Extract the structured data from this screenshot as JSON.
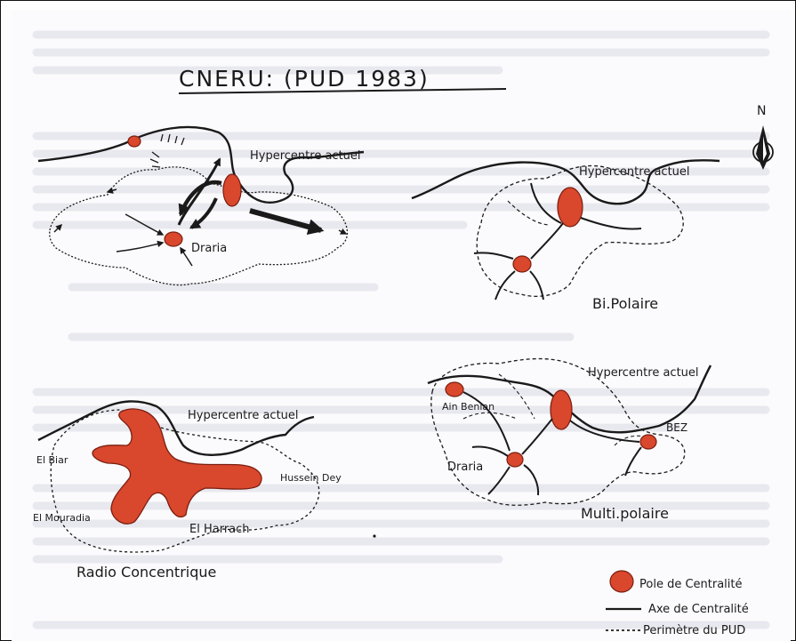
{
  "title": "CNERU: (PUD 1983)",
  "north_label": "N",
  "colors": {
    "pole": "#d9472c",
    "pole_stroke": "#7a1e10",
    "ink": "#1a1a1a",
    "background_text": "#e6e6ee"
  },
  "panel_top_left": {
    "hypercentre": "Hypercentre actuel",
    "pole_label": "Draria"
  },
  "panel_top_right": {
    "hypercentre": "Hypercentre actuel",
    "caption": "Bi.Polaire"
  },
  "panel_bottom_left": {
    "hypercentre": "Hypercentre actuel",
    "places": {
      "el_biar": "El Biar",
      "hussein_dey": "Hussein Dey",
      "el_mouradia": "El Mouradia",
      "el_harrach": "El Harrach"
    },
    "caption": "Radio Concentrique"
  },
  "panel_bottom_right": {
    "hypercentre": "Hypercentre actuel",
    "places": {
      "ain_benian": "Ain Benian",
      "draria": "Draria",
      "bez": "BEZ"
    },
    "caption": "Multi.polaire"
  },
  "legend": {
    "pole": "Pole de Centralité",
    "axis": "Axe de Centralité",
    "perimeter": "Perimètre du PUD"
  }
}
